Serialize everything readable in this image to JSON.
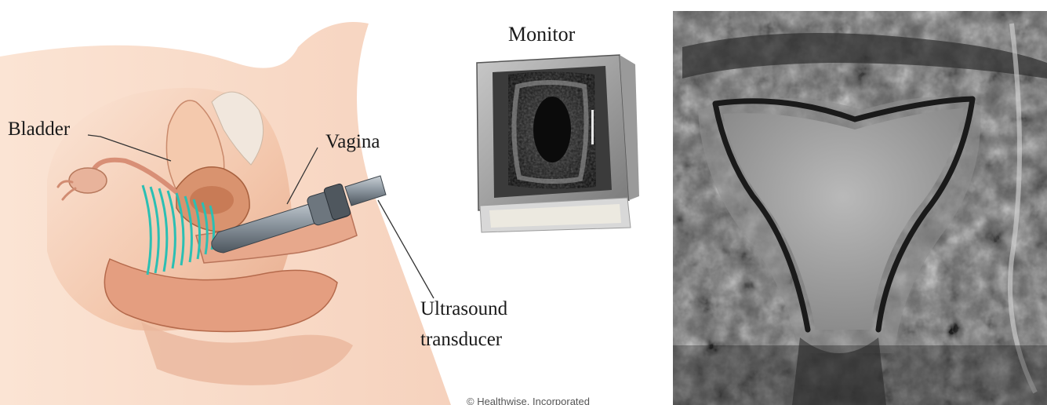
{
  "labels": {
    "monitor": "Monitor",
    "bladder": "Bladder",
    "vagina": "Vagina",
    "transducer_line1": "Ultrasound",
    "transducer_line2": "transducer"
  },
  "credit": "© Healthwise, Incorporated",
  "colors": {
    "skin_light": "#f7d9c6",
    "skin_mid": "#eab092",
    "skin_dark": "#c97a5c",
    "wave": "#2bbfb3",
    "probe": "#8a949c",
    "mri_bg": "#5a5a5a"
  }
}
